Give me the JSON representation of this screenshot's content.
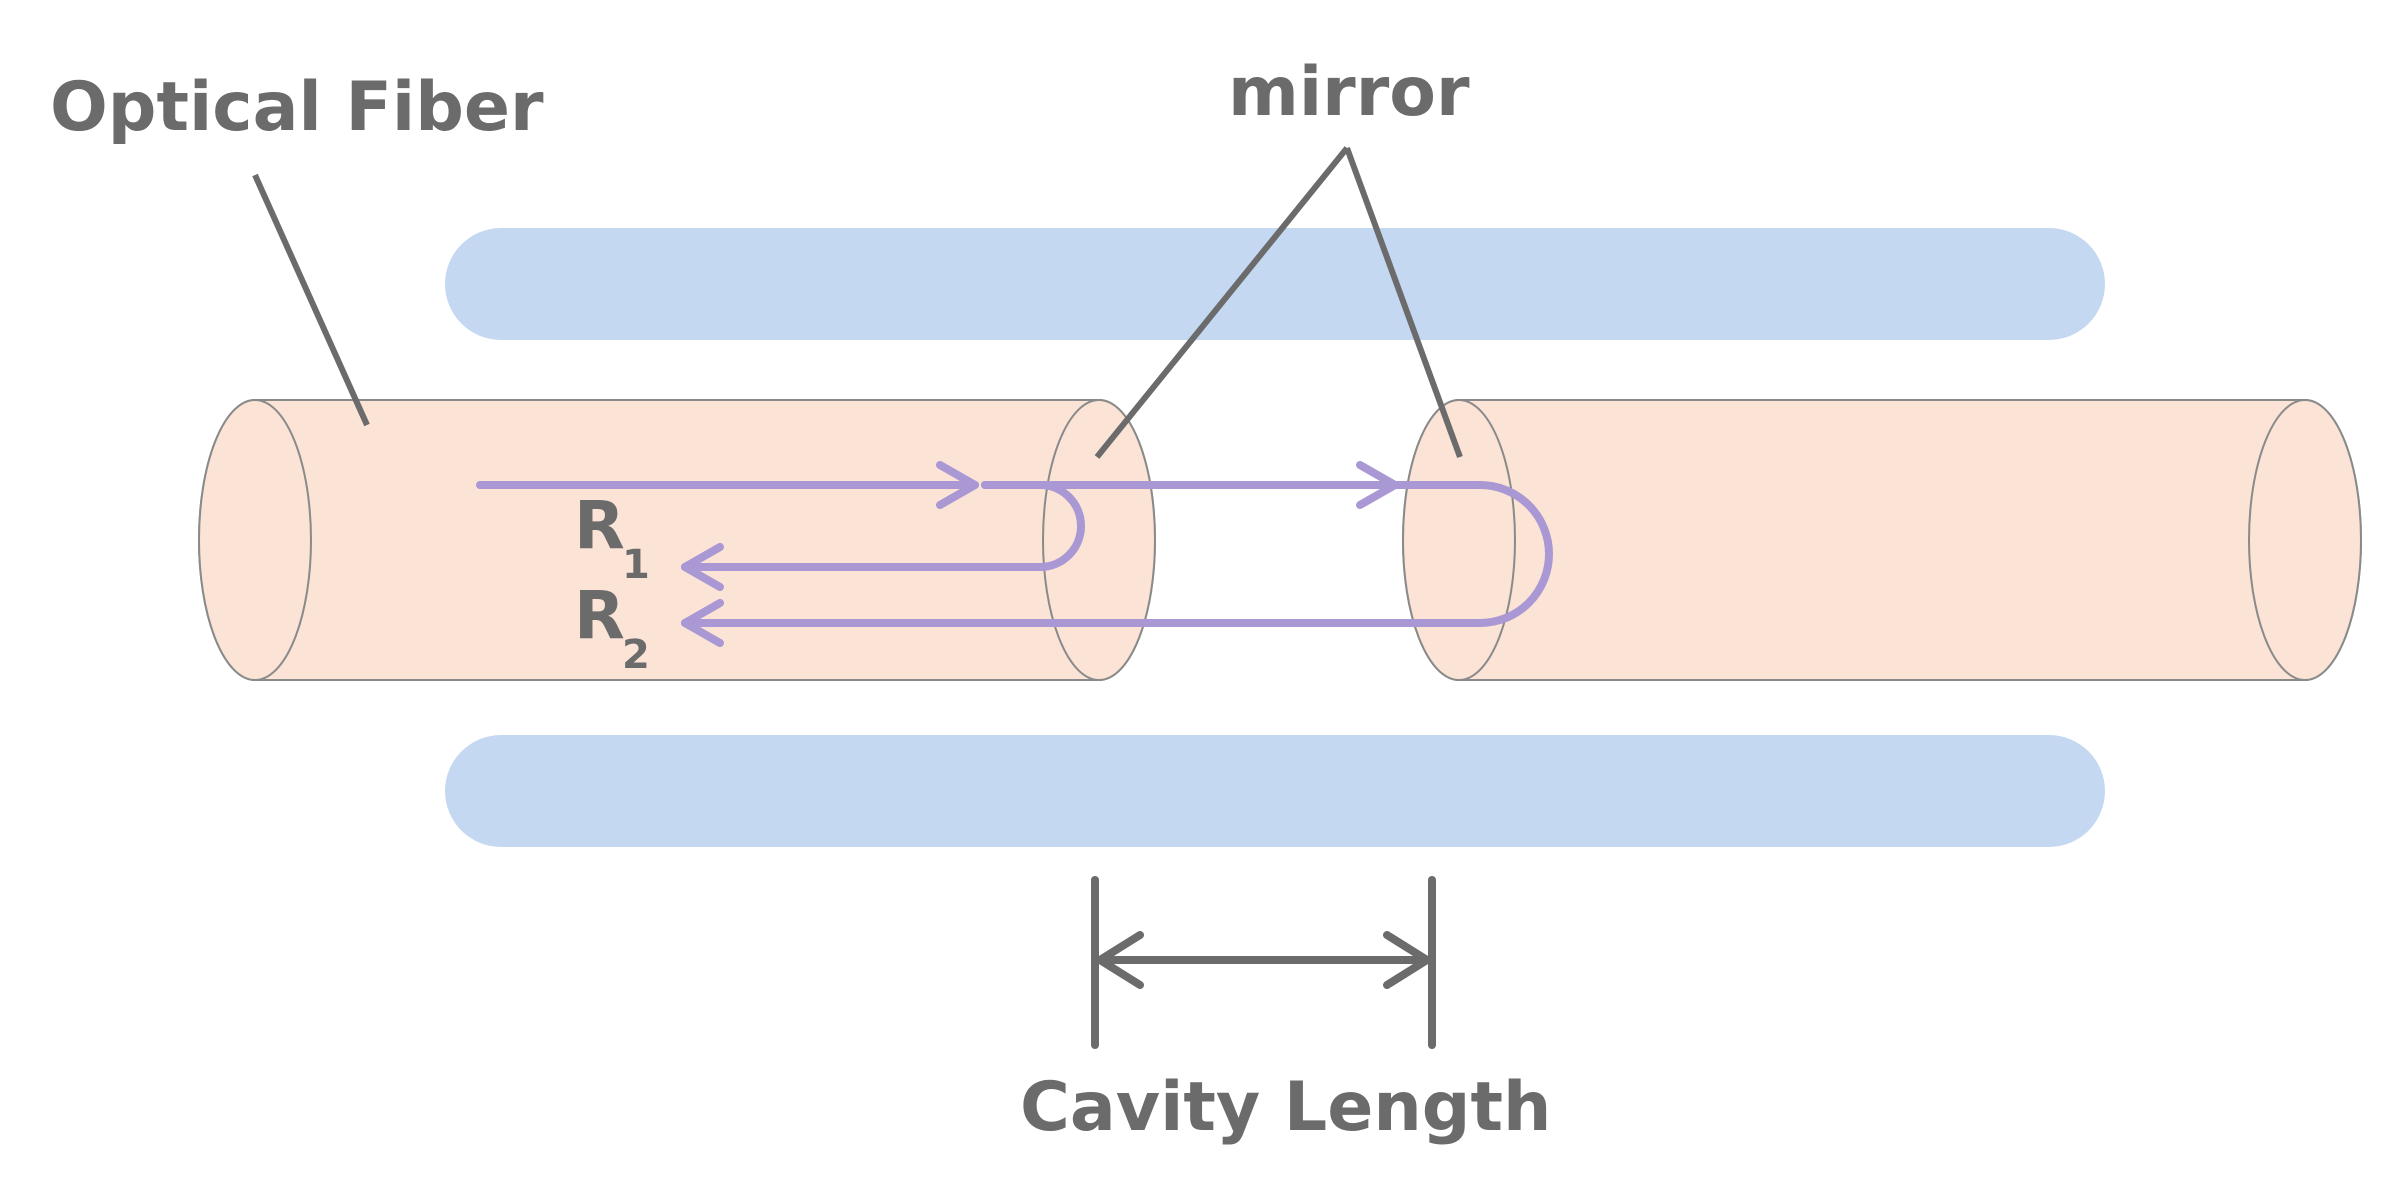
{
  "labels": {
    "optical_fiber": "Optical Fiber",
    "mirror": "mirror",
    "cavity_length": "Cavity Length",
    "r1_main": "R",
    "r1_sub": "1",
    "r2_main": "R",
    "r2_sub": "2"
  },
  "colors": {
    "fiber_fill": "#fbe3d6",
    "fiber_stroke": "#8a8a8a",
    "tube_fill": "#c5d8f1",
    "beam": "#a998d3",
    "line_gray": "#6b6b6b",
    "text": "#6b6b6b"
  }
}
